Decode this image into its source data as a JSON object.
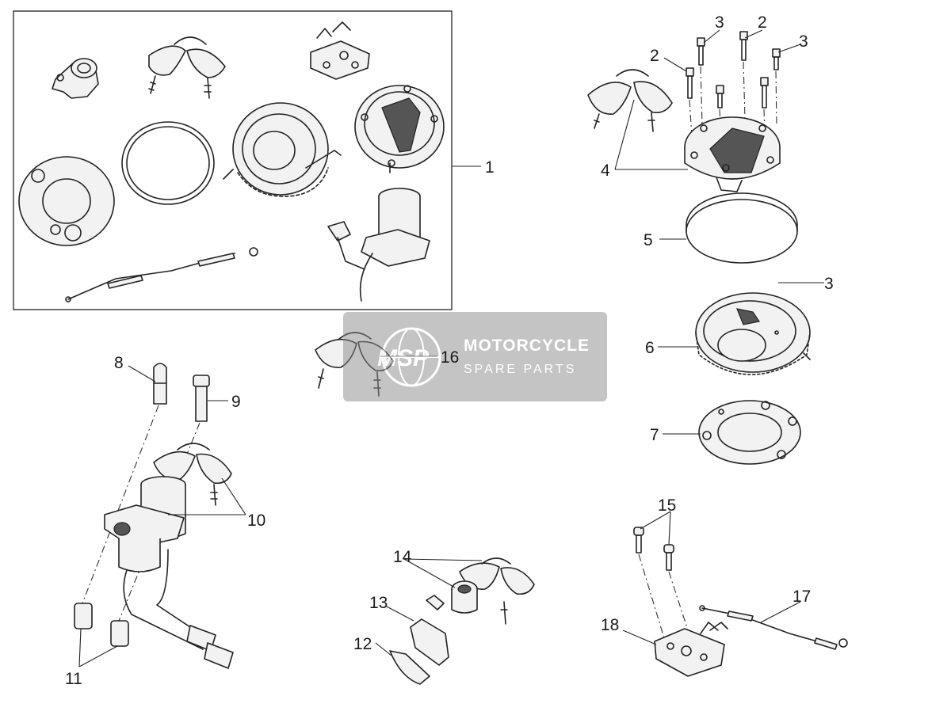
{
  "watermark": {
    "logo": "MSP",
    "line1": "MOTORCYCLE",
    "line2": "SPARE PARTS"
  },
  "callouts": [
    {
      "id": "c1",
      "text": "1"
    },
    {
      "id": "c2a",
      "text": "2"
    },
    {
      "id": "c2b",
      "text": "2"
    },
    {
      "id": "c3a",
      "text": "3"
    },
    {
      "id": "c3b",
      "text": "3"
    },
    {
      "id": "c3c",
      "text": "3"
    },
    {
      "id": "c4",
      "text": "4"
    },
    {
      "id": "c5",
      "text": "5"
    },
    {
      "id": "c6",
      "text": "6"
    },
    {
      "id": "c7",
      "text": "7"
    },
    {
      "id": "c8",
      "text": "8"
    },
    {
      "id": "c9",
      "text": "9"
    },
    {
      "id": "c10",
      "text": "10"
    },
    {
      "id": "c11",
      "text": "11"
    },
    {
      "id": "c12",
      "text": "12"
    },
    {
      "id": "c13",
      "text": "13"
    },
    {
      "id": "c14",
      "text": "14"
    },
    {
      "id": "c15",
      "text": "15"
    },
    {
      "id": "c16",
      "text": "16"
    },
    {
      "id": "c17",
      "text": "17"
    },
    {
      "id": "c18",
      "text": "18"
    }
  ]
}
